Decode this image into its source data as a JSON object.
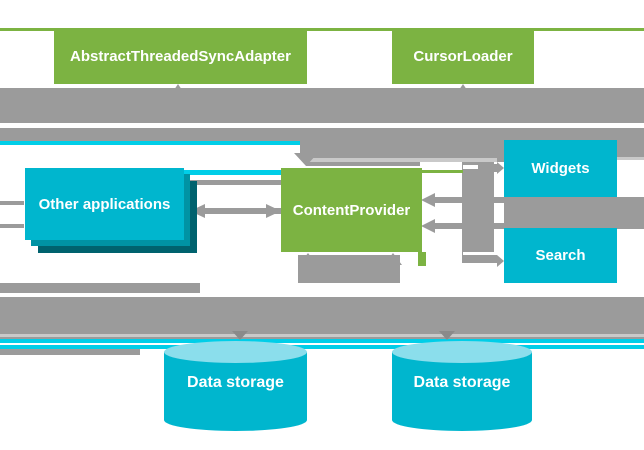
{
  "diagram": {
    "nodes": {
      "sync_adapter": {
        "label": "AbstractThreadedSyncAdapter"
      },
      "cursor_loader": {
        "label": "CursorLoader"
      },
      "content_provider": {
        "label": "ContentProvider"
      },
      "other_applications": {
        "label": "Other applications"
      },
      "widgets": {
        "label": "Widgets"
      },
      "search": {
        "label": "Search"
      },
      "data_storage_left": {
        "label": "Data storage"
      },
      "data_storage_right": {
        "label": "Data storage"
      }
    },
    "colors": {
      "green": "#7CB342",
      "cyan": "#00B6CE",
      "cyanlight": "#8BDEEC",
      "stackmid": "#0093A4",
      "stackdark": "#00626E",
      "gray": "#9B9B9B",
      "graydark": "#8A8A8A",
      "graylight": "#C9C9C9",
      "cyanline": "#00CEE8",
      "white": "#FFFFFF"
    }
  }
}
